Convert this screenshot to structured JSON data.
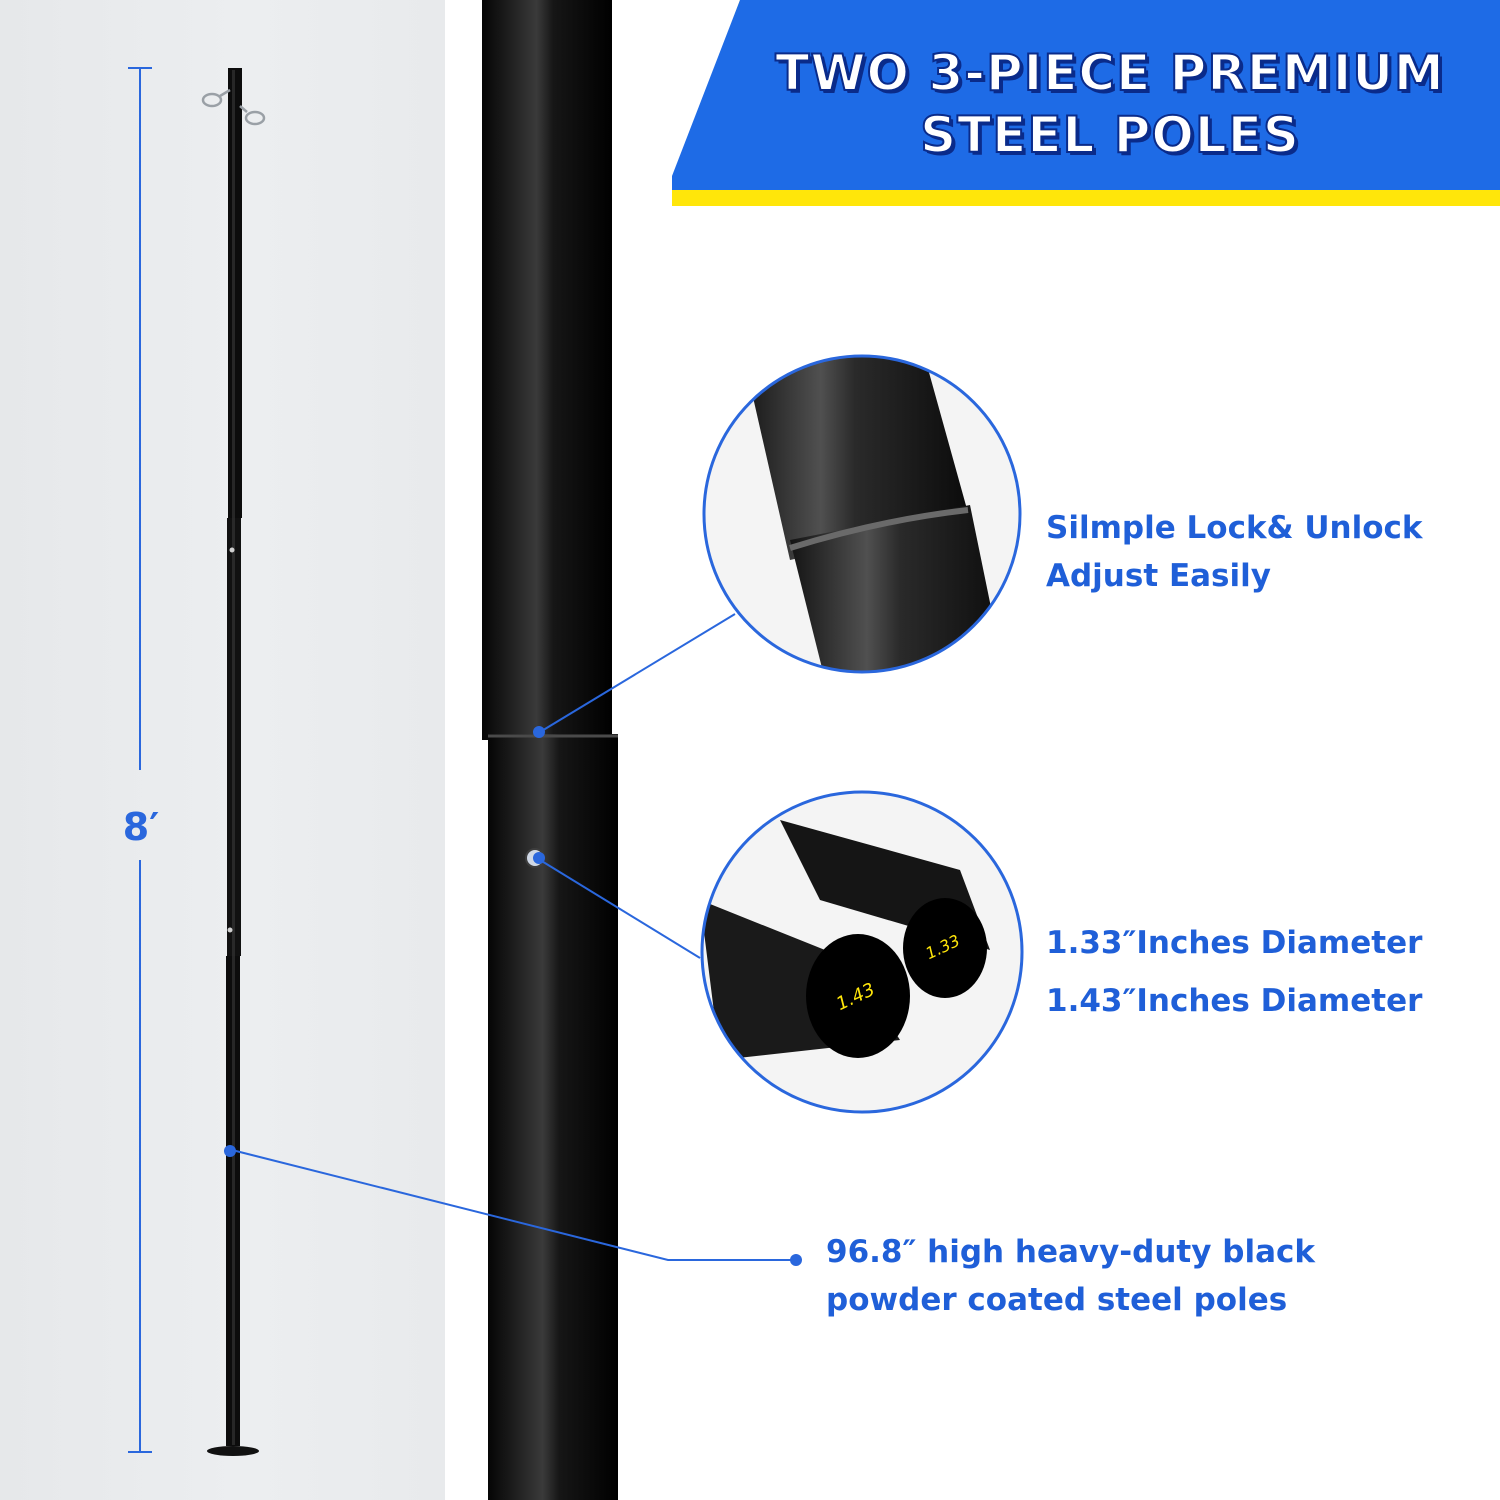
{
  "title": {
    "line1": "TWO 3-PIECE PREMIUM",
    "line2": "STEEL POLES"
  },
  "dimension": {
    "height_label": "8′"
  },
  "callouts": {
    "lock": {
      "line1": "Silmple Lock& Unlock",
      "line2": "Adjust Easily"
    },
    "diameter": {
      "line1": "1.33″Inches Diameter",
      "line2": "1.43″Inches Diameter"
    },
    "height": {
      "line1": "96.8″ high heavy-duty black",
      "line2": "powder coated steel poles"
    }
  },
  "detail_labels": {
    "large_diameter": "1.43",
    "small_diameter": "1.33"
  },
  "colors": {
    "brand_blue": "#1e6be6",
    "accent_yellow": "#ffe60a",
    "callout_text": "#1f5fd8",
    "pole_black": "#0a0a0a"
  },
  "icons": [
    "callout-dot-icon",
    "pole-hook-icon"
  ]
}
